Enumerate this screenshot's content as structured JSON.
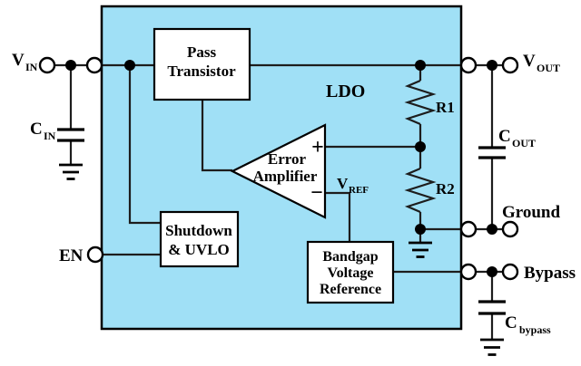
{
  "colors": {
    "chip_fill": "#A0E0F6",
    "outline": "#000000",
    "wire": "#1d1d1d",
    "box_fill": "#ffffff",
    "terminal_fill": "#ffffff",
    "background": "#ffffff"
  },
  "chip": {
    "label_ldo": "LDO"
  },
  "blocks": {
    "pass_transistor": {
      "line1": "Pass",
      "line2": "Transistor"
    },
    "error_amplifier": {
      "line1": "Error",
      "line2": "Amplifier",
      "plus": "+",
      "minus": "−"
    },
    "shutdown_uvlo": {
      "line1": "Shutdown",
      "line2": "& UVLO"
    },
    "bandgap": {
      "line1": "Bandgap",
      "line2": "Voltage",
      "line3": "Reference"
    }
  },
  "terminals": {
    "vin": {
      "main": "V",
      "sub": "IN"
    },
    "vout": {
      "main": "V",
      "sub": "OUT"
    },
    "en": {
      "label": "EN"
    },
    "ground": {
      "label": "Ground"
    },
    "bypass": {
      "label": "Bypass"
    }
  },
  "components": {
    "cin": {
      "main": "C",
      "sub": "IN"
    },
    "cout": {
      "main": "C",
      "sub": "OUT"
    },
    "cbypass": {
      "main": "C",
      "sub": "bypass"
    },
    "r1": {
      "label": "R1"
    },
    "r2": {
      "label": "R2"
    },
    "vref": {
      "main": "V",
      "sub": "REF"
    }
  }
}
